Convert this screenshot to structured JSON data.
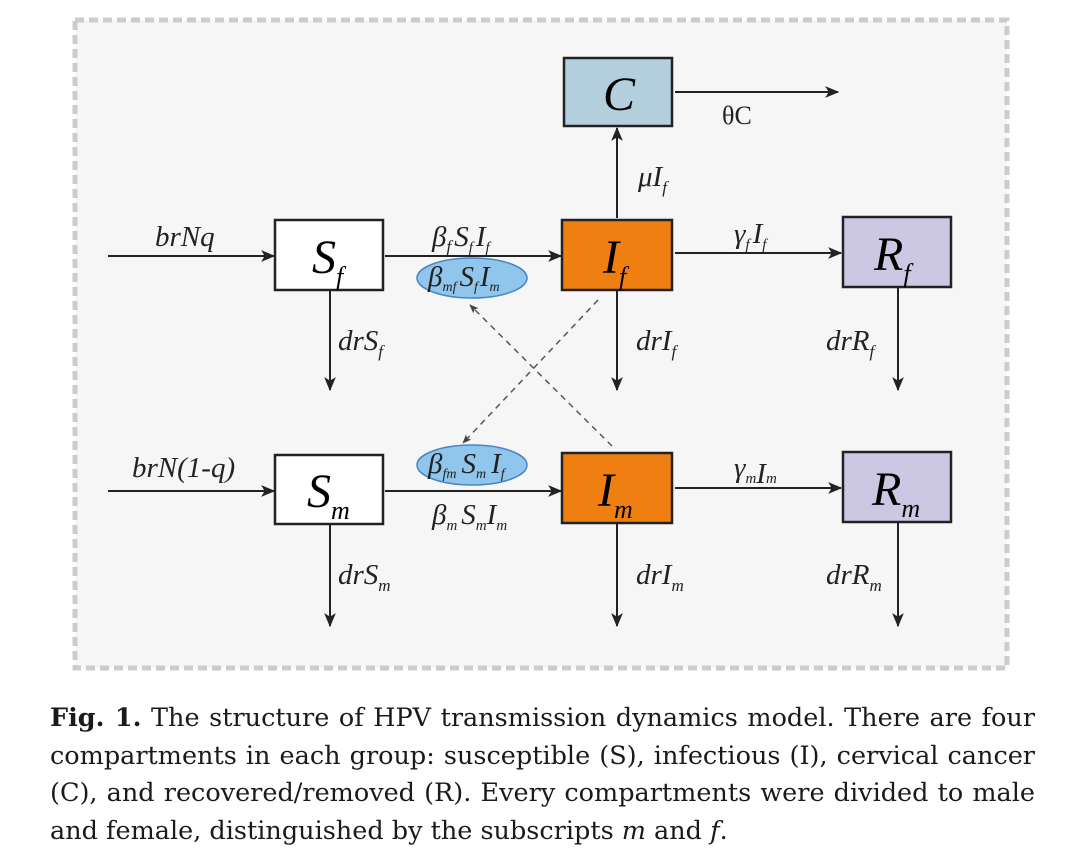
{
  "colors": {
    "background_panel": "#f6f6f6",
    "panel_border": "#cccccc",
    "susceptible_fill": "#ffffff",
    "infectious_fill": "#f07f12",
    "cancer_fill": "#b3cfdd",
    "recovered_fill": "#ccc8e3",
    "ellipse_fill": "#91c6ec",
    "ellipse_stroke": "#4a86c5",
    "arrow": "#222222"
  },
  "nodes": {
    "C": {
      "main": "C",
      "sub": ""
    },
    "Sf": {
      "main": "S",
      "sub": "f"
    },
    "If": {
      "main": "I",
      "sub": "f"
    },
    "Rf": {
      "main": "R",
      "sub": "f"
    },
    "Sm": {
      "main": "S",
      "sub": "m"
    },
    "Im": {
      "main": "I",
      "sub": "m"
    },
    "Rm": {
      "main": "R",
      "sub": "m"
    }
  },
  "labels": {
    "theta_C": "θC",
    "mu_If": {
      "main": "μI",
      "sub": "f"
    },
    "brNq": "brNq",
    "brN1q": "brN(1-q)",
    "beta_f": {
      "a": "β",
      "a_sub": "f",
      "b": "S",
      "b_sub": "f",
      "c": "I",
      "c_sub": "f"
    },
    "beta_mf": {
      "a": "β",
      "a_sub": "mf",
      "b": "S",
      "b_sub": "f",
      "c": "I",
      "c_sub": "m"
    },
    "beta_fm": {
      "a": "β",
      "a_sub": "fm",
      "b": "S",
      "b_sub": "m",
      "c": "I",
      "c_sub": "f"
    },
    "beta_m": {
      "a": "β",
      "a_sub": "m",
      "b": "S",
      "b_sub": "m",
      "c": "I",
      "c_sub": "m"
    },
    "gamma_f": {
      "a": "γ",
      "a_sub": "f",
      "b": "I",
      "b_sub": "f"
    },
    "gamma_m": {
      "a": "γ",
      "a_sub": "m",
      "b": "I",
      "b_sub": "m"
    },
    "drSf": {
      "main": "drS",
      "sub": "f"
    },
    "drIf": {
      "main": "drI",
      "sub": "f"
    },
    "drRf": {
      "main": "drR",
      "sub": "f"
    },
    "drSm": {
      "main": "drS",
      "sub": "m"
    },
    "drIm": {
      "main": "drI",
      "sub": "m"
    },
    "drRm": {
      "main": "drR",
      "sub": "m"
    }
  },
  "caption": {
    "label": "Fig. 1.",
    "text_1": " The structure of HPV transmission dynamics model. There are four compartments in each group: susceptible (S), infectious (I), cervical cancer (C), and recovered/removed (R). Every compartments were divided to male and female, distinguished by the subscripts ",
    "italic_m": "m",
    "text_2": " and ",
    "italic_f": "f",
    "text_3": "."
  }
}
